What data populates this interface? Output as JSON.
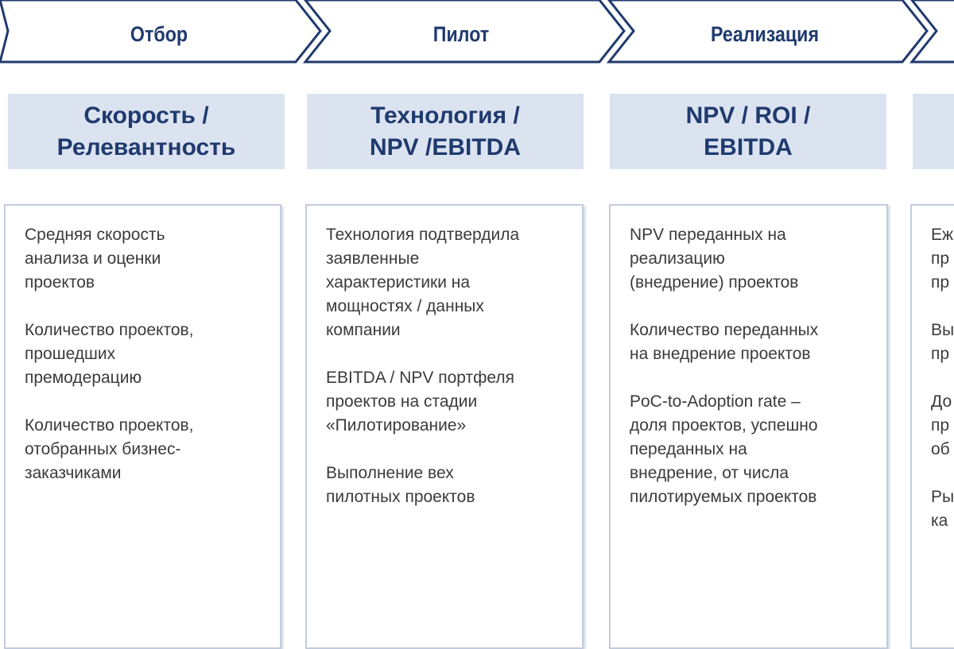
{
  "colors": {
    "stage_border": "#1f3a6e",
    "header_fill": "#dbe3f0",
    "text_dark": "#1f3a6e",
    "body_text": "#3b3b3b",
    "card_border": "#c3ccdd"
  },
  "stages": [
    {
      "label": "Отбор"
    },
    {
      "label": "Пилот"
    },
    {
      "label": "Реализация"
    },
    {
      "label": ""
    }
  ],
  "headers": [
    {
      "text": "Скорость /\nРелевантность"
    },
    {
      "text": "Технология /\nNPV /EBITDA"
    },
    {
      "text": "NPV / ROI /\nEBITDA"
    },
    {
      "text": ""
    }
  ],
  "cards": [
    {
      "items": [
        "Средняя скорость\nанализа и оценки\nпроектов",
        "Количество проектов,\nпрошедших\nпремодерацию",
        "Количество проектов,\nотобранных бизнес-\nзаказчиками"
      ]
    },
    {
      "items": [
        "Технология подтвердила\nзаявленные\nхарактеристики на\nмощностях / данных\nкомпании",
        "EBITDA / NPV портфеля\nпроектов на стадии\n«Пилотирование»",
        "Выполнение вех\nпилотных проектов"
      ]
    },
    {
      "items": [
        "NPV переданных на\nреализацию\n(внедрение) проектов",
        "Количество переданных\nна внедрение проектов",
        "PoC-to-Adoption rate –\nдоля проектов, успешно\nпереданных на\nвнедрение, от числа\nпилотируемых проектов"
      ]
    },
    {
      "items": [
        "Еж\nпр\nпр",
        "Вы\nпр",
        "До\nпр\nоб",
        "Ры\nка"
      ]
    }
  ]
}
